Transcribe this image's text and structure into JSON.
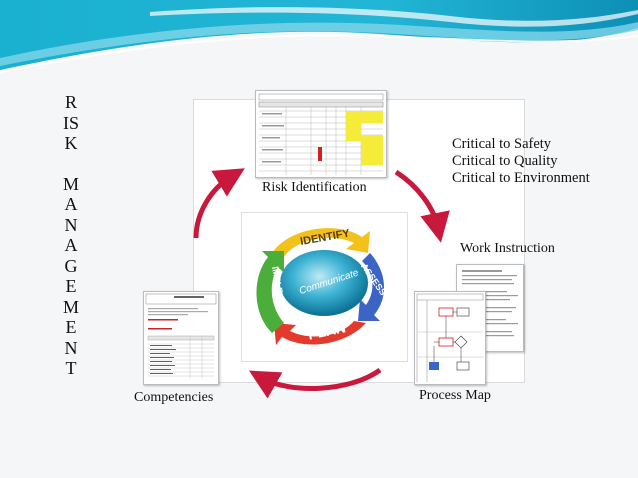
{
  "slide": {
    "title_letters": [
      "R",
      "IS",
      "K",
      "",
      "M",
      "A",
      "N",
      "A",
      "G",
      "E",
      "M",
      "E",
      "N",
      "T"
    ]
  },
  "cycle": {
    "step_top": "Risk Identification",
    "step_right": "Work Instruction",
    "step_bottom_right": "Process Map",
    "step_bottom_left": "Competencies"
  },
  "critical_list": [
    "Critical to Safety",
    "Critical to Quality",
    "Critical to Environment"
  ],
  "center_graphic": {
    "words": [
      "IDENTIFY",
      "ASSESS",
      "PLAN",
      "IMPLEMENT",
      "Communicate"
    ]
  },
  "colors": {
    "arrow": "#c8193c",
    "banner_teal": "#1ea7c9",
    "identify": "#f2c21b",
    "assess": "#3b64c4",
    "plan": "#e23a2c",
    "implement": "#4cae3a",
    "communicate": "#2fa7c9"
  }
}
